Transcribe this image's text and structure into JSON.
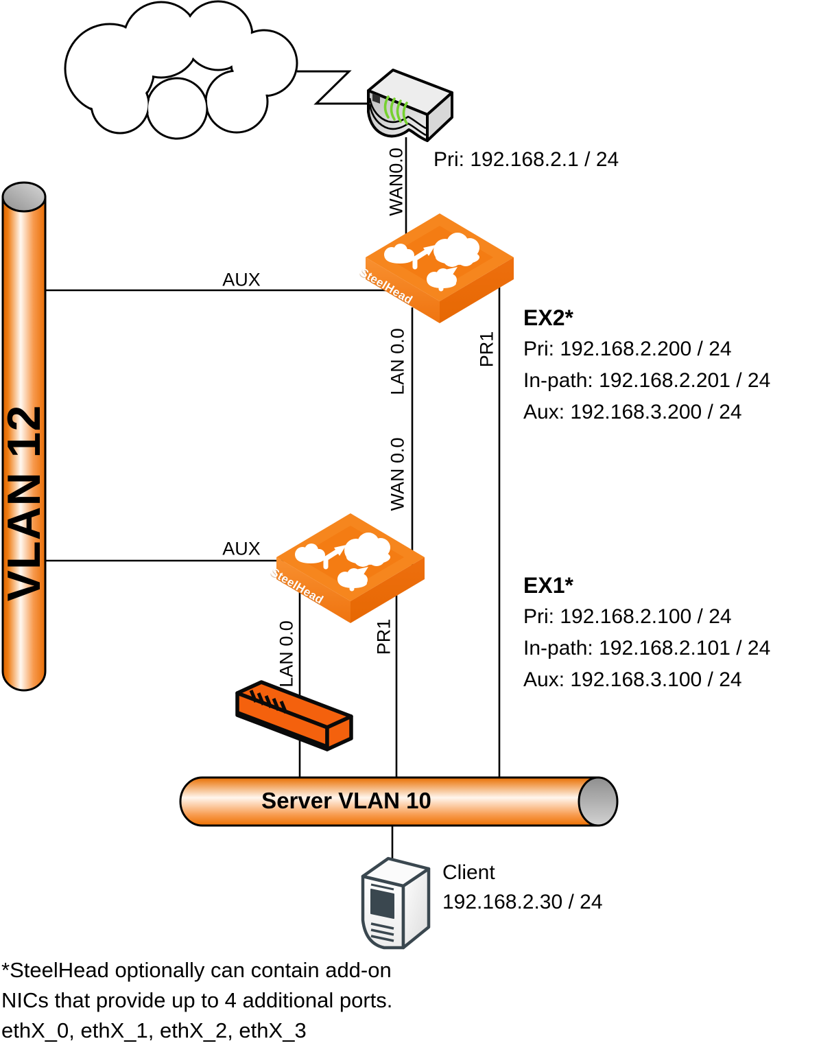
{
  "router": {
    "ip_label": "Pri: 192.168.2.1 / 24"
  },
  "vlan12": {
    "label": "VLAN 12"
  },
  "vlan10": {
    "label": "Server VLAN 10"
  },
  "brand": {
    "steelhead": "SteelHead"
  },
  "ports": {
    "router_wan": "WAN0.0",
    "ex2_aux": "AUX",
    "ex2_lan": "LAN 0.0",
    "ex2_pr1": "PR1",
    "ex1_wan": "WAN 0.0",
    "ex1_aux": "AUX",
    "ex1_lan": "LAN 0.0",
    "ex1_pr1": "PR1"
  },
  "ex2": {
    "name": "EX2*",
    "pri": "Pri: 192.168.2.200 / 24",
    "in_path": "In-path: 192.168.2.201 / 24",
    "aux": "Aux: 192.168.3.200 / 24"
  },
  "ex1": {
    "name": "EX1*",
    "pri": "Pri: 192.168.2.100 / 24",
    "in_path": "In-path: 192.168.2.101 / 24",
    "aux": "Aux: 192.168.3.100 / 24"
  },
  "client": {
    "name": "Client",
    "ip": "192.168.2.30 / 24"
  },
  "footnote": {
    "line1": "*SteelHead optionally can contain add-on",
    "line2": "NICs that provide up to 4 additional ports.",
    "line3": "ethX_0, ethX_1, ethX_2, ethX_3"
  },
  "colors": {
    "steelhead_orange": "#F5821F",
    "switch_orange": "#F4610D",
    "cylinder_orange": "#F07A16",
    "signal_green": "#76D12F",
    "client_slate": "#3A474F",
    "line_black": "#000000"
  }
}
